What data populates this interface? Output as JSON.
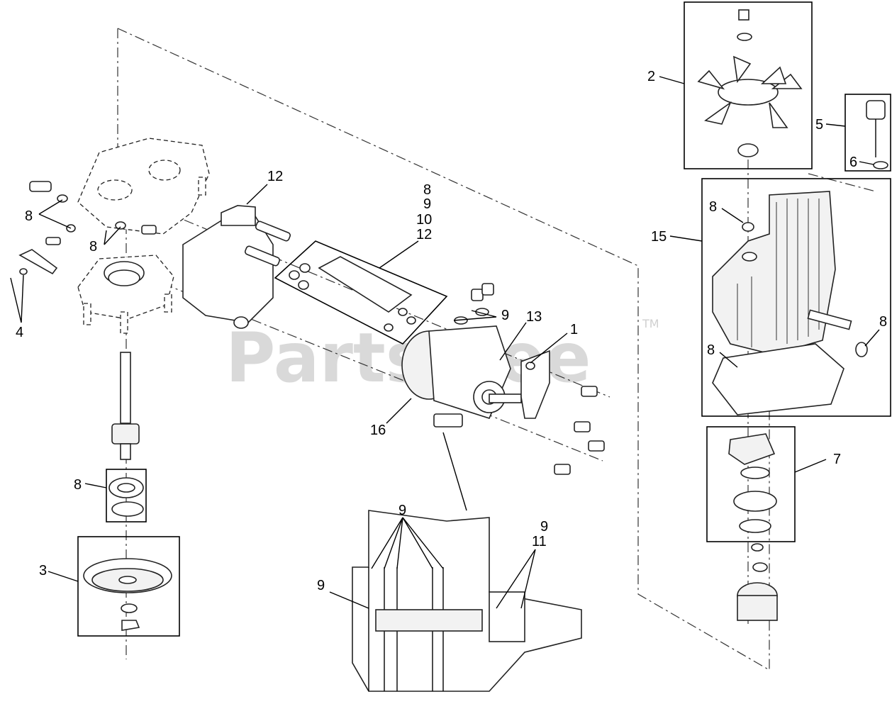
{
  "watermark": {
    "text": "PartsTree",
    "trademark": "TM"
  },
  "callouts": [
    {
      "id": "c2",
      "label": "2"
    },
    {
      "id": "c5",
      "label": "5"
    },
    {
      "id": "c6",
      "label": "6"
    },
    {
      "id": "c8-top-right",
      "label": "8"
    },
    {
      "id": "c15",
      "label": "15"
    },
    {
      "id": "c8-right-fitting",
      "label": "8"
    },
    {
      "id": "c8-gasket",
      "label": "8"
    },
    {
      "id": "c7",
      "label": "7"
    },
    {
      "id": "c12-top",
      "label": "12"
    },
    {
      "id": "c8-stack",
      "label": "8"
    },
    {
      "id": "c9-stack",
      "label": "9"
    },
    {
      "id": "c10-stack",
      "label": "10"
    },
    {
      "id": "c12-stack",
      "label": "12"
    },
    {
      "id": "c9-plugs",
      "label": "9"
    },
    {
      "id": "c13",
      "label": "13"
    },
    {
      "id": "c1",
      "label": "1"
    },
    {
      "id": "c16",
      "label": "16"
    },
    {
      "id": "c8-left-fittings",
      "label": "8"
    },
    {
      "id": "c8-left-seal",
      "label": "8"
    },
    {
      "id": "c4",
      "label": "4"
    },
    {
      "id": "c8-bearing",
      "label": "8"
    },
    {
      "id": "c3",
      "label": "3"
    },
    {
      "id": "c9-section-top",
      "label": "9"
    },
    {
      "id": "c9-section-right",
      "label": "9"
    },
    {
      "id": "c11",
      "label": "11"
    },
    {
      "id": "c9-section-left",
      "label": "9"
    }
  ]
}
